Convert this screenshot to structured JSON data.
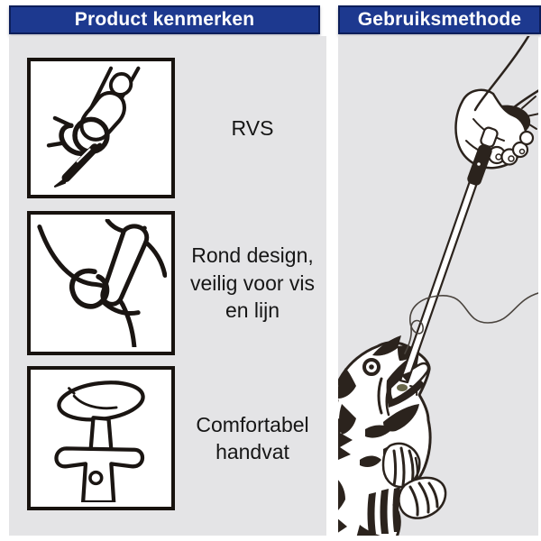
{
  "title": "Fish hook remover product infographic",
  "colors": {
    "page_bg": "#ffffff",
    "panel_bg": "#e4e4e6",
    "header_bg": "#1d398f",
    "header_border": "#0c1e5a",
    "header_text": "#ffffff",
    "body_text": "#161616",
    "line_art_ink": "#2b231d"
  },
  "left_panel": {
    "header": "Product kenmerken",
    "features": [
      {
        "label": "RVS",
        "icon": "stainless-steel-hook-tip-icon"
      },
      {
        "label": "Rond design, veilig voor vis en lijn",
        "icon": "rounded-hook-design-icon"
      },
      {
        "label": "Comfortabel handvat",
        "icon": "t-handle-icon"
      }
    ]
  },
  "right_panel": {
    "header": "Gebruiksmethode",
    "illustration": "hand-using-hook-remover-on-hooked-fish"
  }
}
